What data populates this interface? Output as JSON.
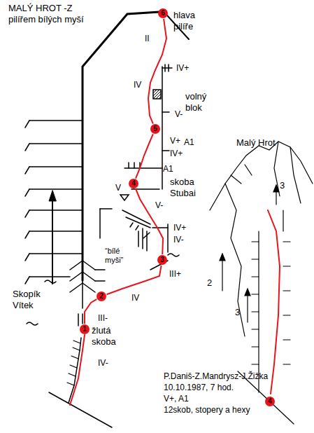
{
  "diagram": {
    "title": "MALÝ HROT -Z pilířem bílých myší",
    "nodes": [
      {
        "text": [
          "1"
        ]
      },
      {
        "text": [
          "2"
        ]
      },
      {
        "text": [
          "3"
        ]
      },
      {
        "text": [
          "4"
        ]
      },
      {
        "text": [
          "5"
        ]
      },
      {
        "text": [
          "6"
        ]
      },
      {
        "text": [
          "4"
        ]
      }
    ],
    "edges": [
      {
        "from": 0,
        "to": 1,
        "arrow": "none"
      },
      {
        "from": 1,
        "to": 2,
        "arrow": "none"
      },
      {
        "from": 2,
        "to": 3,
        "arrow": "none"
      },
      {
        "from": 3,
        "to": 4,
        "arrow": "none"
      },
      {
        "from": 4,
        "to": 5,
        "arrow": "none"
      }
    ],
    "labels": [
      "hlava pilíře",
      "II",
      "IV+",
      "IV",
      "volný blok",
      "V-",
      "V+",
      "A1",
      "IV+",
      "A1",
      "skoba Stubai",
      "V",
      "V-",
      "IV+",
      "IV-",
      "“bílé myši”",
      "III+",
      "IV",
      "Skopík Vítek",
      "III-",
      "žlutá skoba",
      "IV-",
      "Malý Hrot",
      "2",
      "3",
      "3",
      "P.Daniš-Z.Mandrysz-J.Žižka",
      "10.10.1987, 7 hod.",
      "V+, A1",
      "12skob, stopery a hexy"
    ]
  }
}
